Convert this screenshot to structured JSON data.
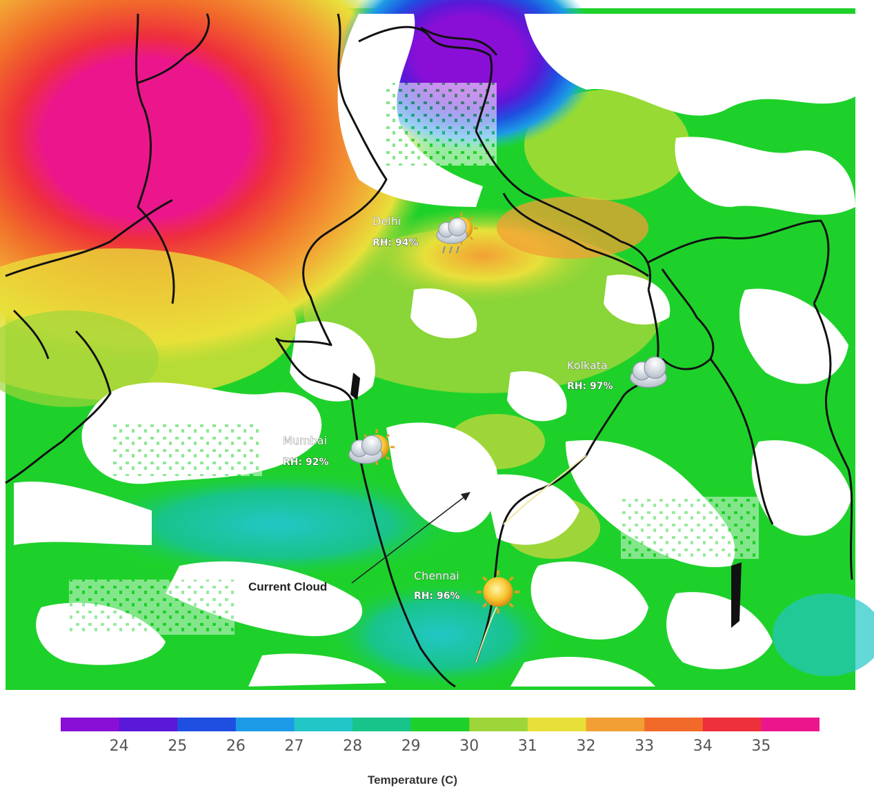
{
  "map": {
    "cities": [
      {
        "name": "Delhi",
        "rh": "RH: 94%",
        "weather": "cloud-sun-rain-icon"
      },
      {
        "name": "Kolkata",
        "rh": "RH: 97%",
        "weather": "cloud-icon"
      },
      {
        "name": "Mumbai",
        "rh": "RH: 92%",
        "weather": "cloud-sun-icon"
      },
      {
        "name": "Chennai",
        "rh": "RH: 96%",
        "weather": "sun-icon"
      }
    ],
    "annotation": "Current Cloud"
  },
  "legend": {
    "title": "Temperature (C)",
    "ticks": [
      "24",
      "25",
      "26",
      "27",
      "28",
      "29",
      "30",
      "31",
      "32",
      "33",
      "34",
      "35"
    ],
    "colors": [
      "#8a0fd6",
      "#5a18d8",
      "#1f4fe0",
      "#1c9ae6",
      "#22c6c6",
      "#19c48a",
      "#1ed12a",
      "#9ed63a",
      "#e8e03a",
      "#f2a034",
      "#f16a2a",
      "#ee2f3c",
      "#ec168c"
    ]
  }
}
